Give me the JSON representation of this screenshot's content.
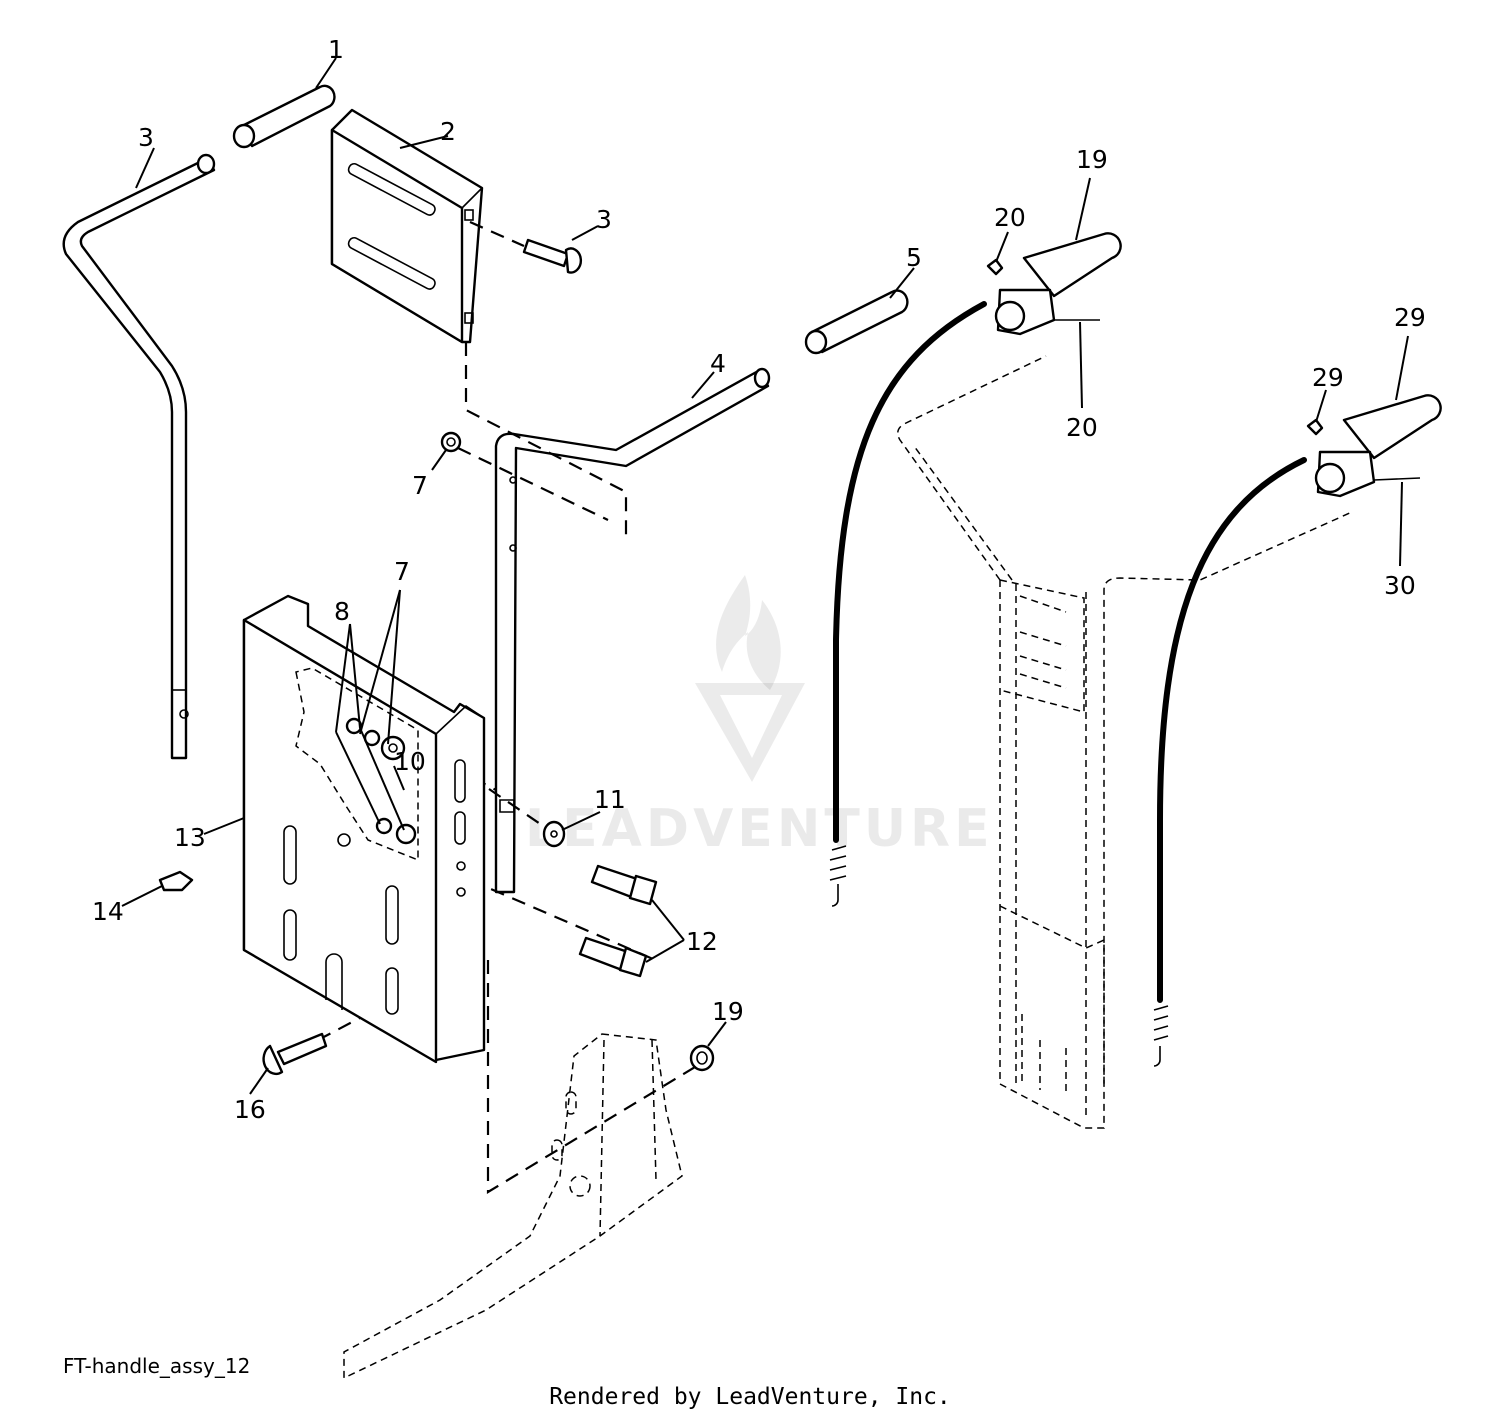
{
  "diagram": {
    "image_code": "FT-handle_assy_12",
    "rendered_by": "Rendered by LeadVenture, Inc.",
    "watermark": "LEADVENTURE",
    "callouts": [
      "1",
      "2",
      "3",
      "3",
      "4",
      "5",
      "7",
      "7",
      "8",
      "10",
      "11",
      "12",
      "13",
      "14",
      "16",
      "19",
      "19",
      "20",
      "20",
      "29",
      "29",
      "30"
    ]
  }
}
